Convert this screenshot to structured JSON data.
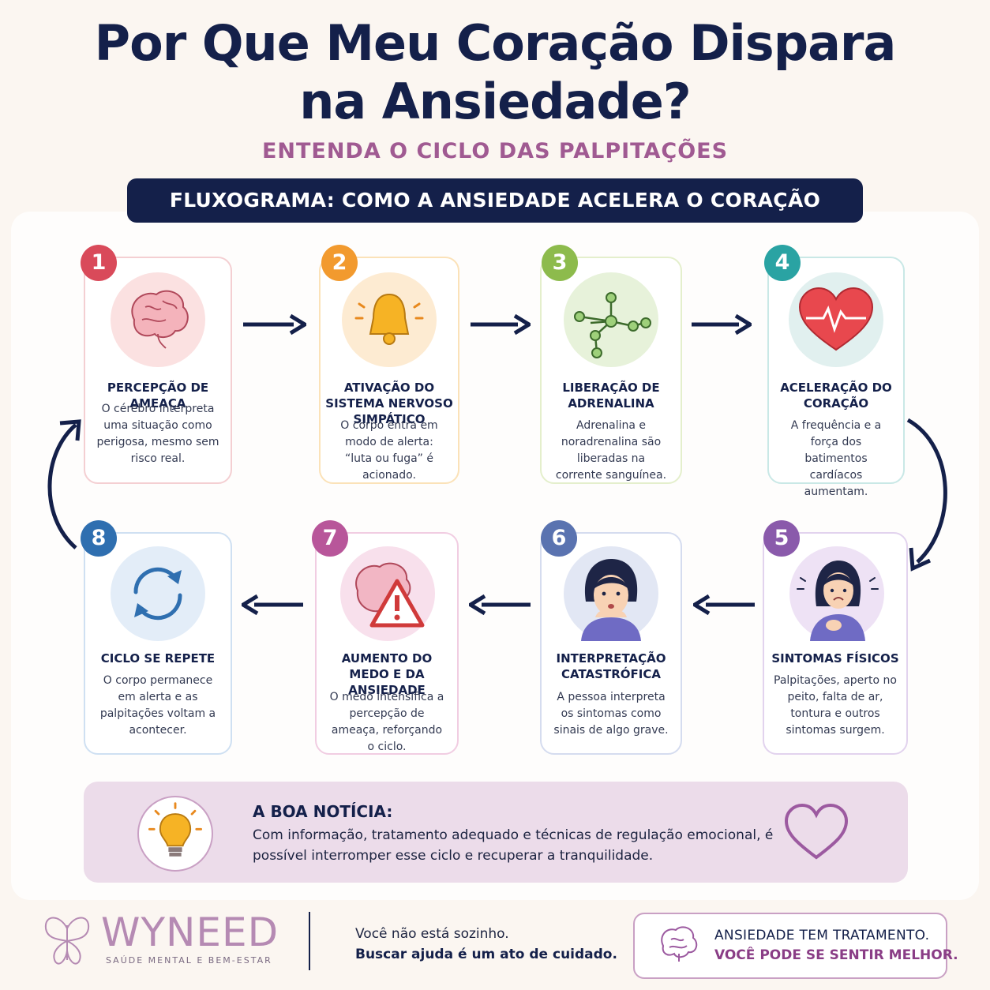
{
  "header": {
    "title_line1": "Por Que Meu Coração Dispara",
    "title_line2": "na Ansiedade?",
    "subtitle": "ENTENDA O CICLO DAS PALPITAÇÕES",
    "banner": "FLUXOGRAMA: COMO A ANSIEDADE ACELERA O CORAÇÃO"
  },
  "steps": [
    {
      "number": "1",
      "title": "PERCEPÇÃO DE AMEAÇA",
      "text": "O cérebro interpreta uma situação como perigosa, mesmo sem risco real.",
      "color": "#d94a5a",
      "icon": "brain-icon"
    },
    {
      "number": "2",
      "title": "ATIVAÇÃO DO SISTEMA NERVOSO SIMPÁTICO",
      "text": "O corpo entra em modo de alerta: “luta ou fuga” é acionado.",
      "color": "#f29a2e",
      "icon": "bell-icon"
    },
    {
      "number": "3",
      "title": "LIBERAÇÃO DE ADRENALINA",
      "text": "Adrenalina e noradrenalina são liberadas na corrente sanguínea.",
      "color": "#8dbb4c",
      "icon": "molecule-icon"
    },
    {
      "number": "4",
      "title": "ACELERAÇÃO DO CORAÇÃO",
      "text": "A frequência e a força dos batimentos cardíacos aumentam.",
      "color": "#2aa3a3",
      "icon": "heartbeat-icon"
    },
    {
      "number": "5",
      "title": "SINTOMAS FÍSICOS",
      "text": "Palpitações, aperto no peito, falta de ar, tontura e outros sintomas surgem.",
      "color": "#8a5aab",
      "icon": "woman-chest-icon"
    },
    {
      "number": "6",
      "title": "INTERPRETAÇÃO CATASTRÓFICA",
      "text": "A pessoa interpreta os sintomas como sinais de algo grave.",
      "color": "#5a73b0",
      "icon": "worried-woman-icon"
    },
    {
      "number": "7",
      "title": "AUMENTO DO MEDO E DA ANSIEDADE",
      "text": "O medo intensifica a percepção de ameaça, reforçando o ciclo.",
      "color": "#b8569a",
      "icon": "brain-warning-icon"
    },
    {
      "number": "8",
      "title": "CICLO SE REPETE",
      "text": "O corpo permanece em alerta e as palpitações voltam a acontecer.",
      "color": "#2f6fb0",
      "icon": "cycle-icon"
    }
  ],
  "good_news": {
    "title": "A BOA NOTÍCIA:",
    "text": "Com informação, tratamento adequado e técnicas de regulação emocional, é possível interromper esse ciclo e recuperar a tranquilidade."
  },
  "footer": {
    "brand": "WYNEED",
    "brand_tagline": "SAÚDE MENTAL E BEM-ESTAR",
    "line1": "Você não está sozinho.",
    "line2": "Buscar ajuda é um ato de cuidado.",
    "cta_line1": "ANSIEDADE TEM TRATAMENTO.",
    "cta_line2": "VOCÊ PODE SE SENTIR MELHOR."
  }
}
